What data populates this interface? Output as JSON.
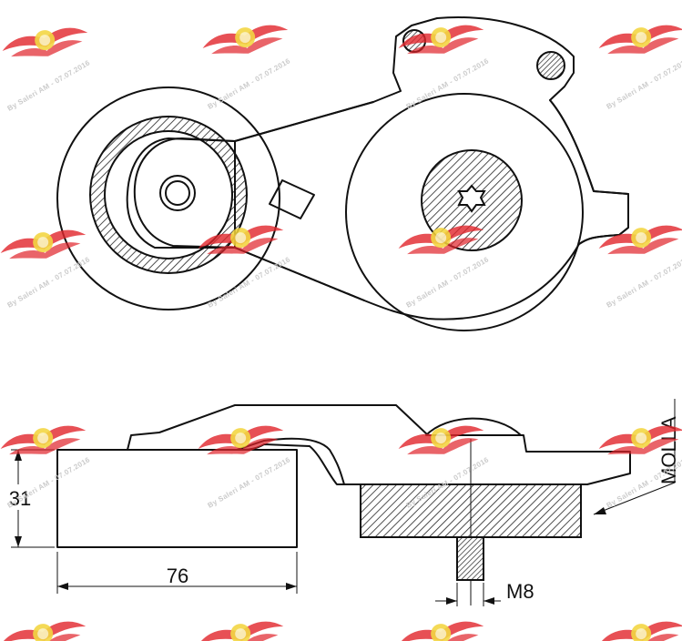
{
  "watermark": {
    "text": "By Saleri AM - 07.07.2016",
    "wing_color": "#e0262c",
    "badge_color": "#f3d43a"
  },
  "dimensions": {
    "height_label": "31",
    "width_label": "76",
    "thread_label": "M8"
  },
  "annotation": {
    "spring_label": "MOLLA"
  },
  "colors": {
    "line": "#111111",
    "hatch": "#222222",
    "background": "#ffffff"
  }
}
